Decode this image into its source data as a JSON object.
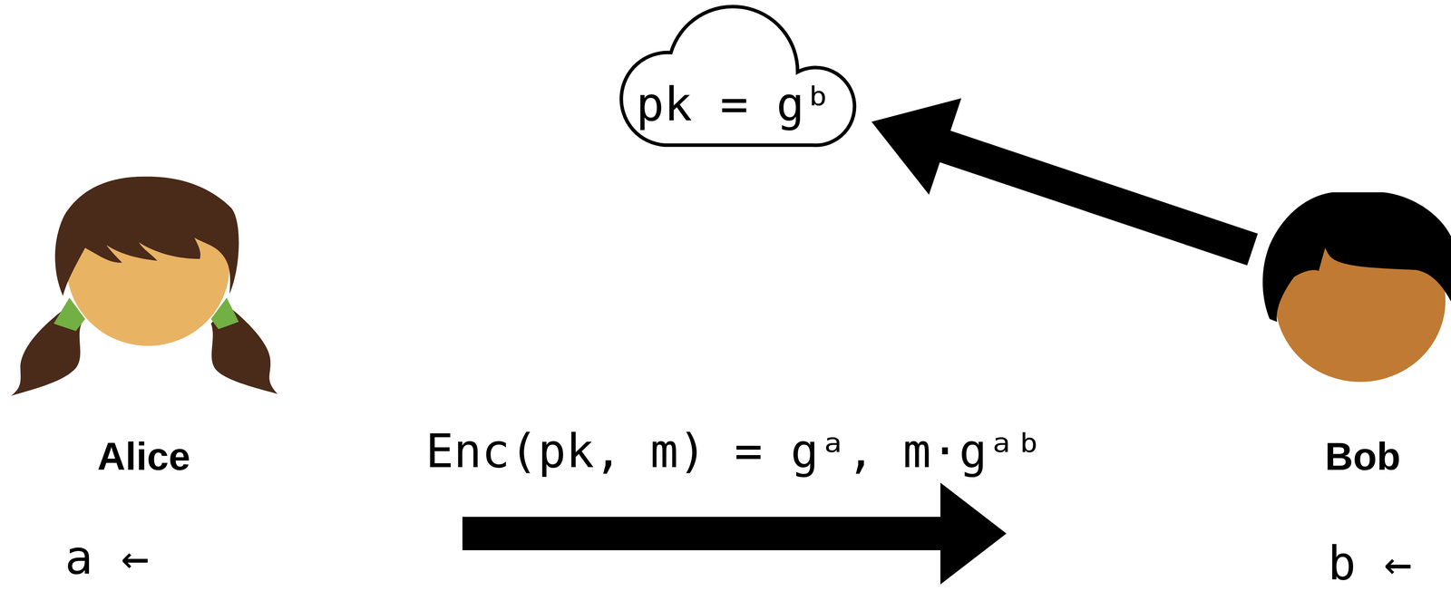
{
  "diagram": {
    "nodes": [
      {
        "text": [
          "pk = gᵇ"
        ]
      },
      {
        "text": [
          "Alice"
        ]
      },
      {
        "text": [
          "Bob"
        ]
      }
    ],
    "edges": [
      {
        "from": 2,
        "to": 0,
        "arrow": "to"
      },
      {
        "from": 1,
        "to": 2,
        "label": "Enc(pk, m) = gᵃ, m·gᵃᵇ",
        "arrow": "to"
      }
    ],
    "labels": [
      "a ←",
      "b ←"
    ]
  }
}
